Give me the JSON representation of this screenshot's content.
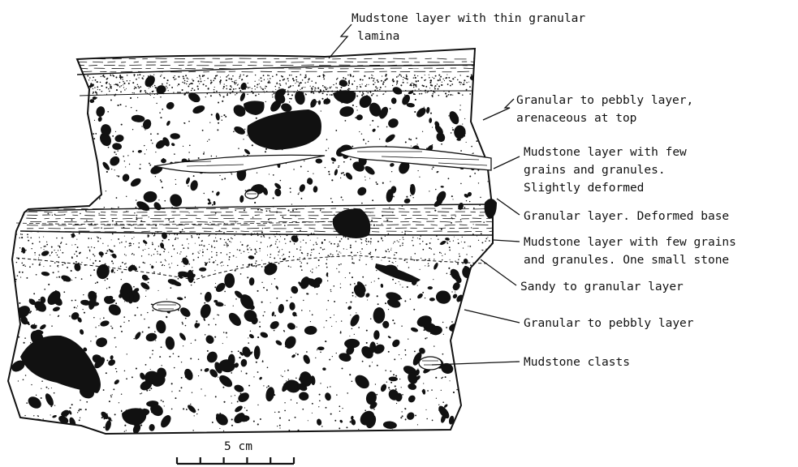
{
  "labels": {
    "mudstone_thin": [
      "Mudstone layer with thin granular",
      "lamina"
    ],
    "granular_pebbly_top": [
      "Granular to pebbly layer,",
      "arenaceous at top"
    ],
    "mudstone_deformed": [
      "Mudstone layer with few",
      "grains and granules.",
      "Slightly deformed"
    ],
    "granular_deformed_base": [
      "Granular layer. Deformed base"
    ],
    "mudstone_stone": [
      "Mudstone layer with few grains",
      "and granules. One small stone"
    ],
    "sandy_granular": [
      "Sandy to granular layer"
    ],
    "granular_pebbly": [
      "Granular to pebbly layer"
    ],
    "mudstone_clasts": [
      "Mudstone clasts"
    ]
  },
  "scale_bar": {
    "label": "5 cm",
    "ticks": 6
  },
  "colors": {
    "ink": "#111111",
    "background": "#ffffff"
  }
}
